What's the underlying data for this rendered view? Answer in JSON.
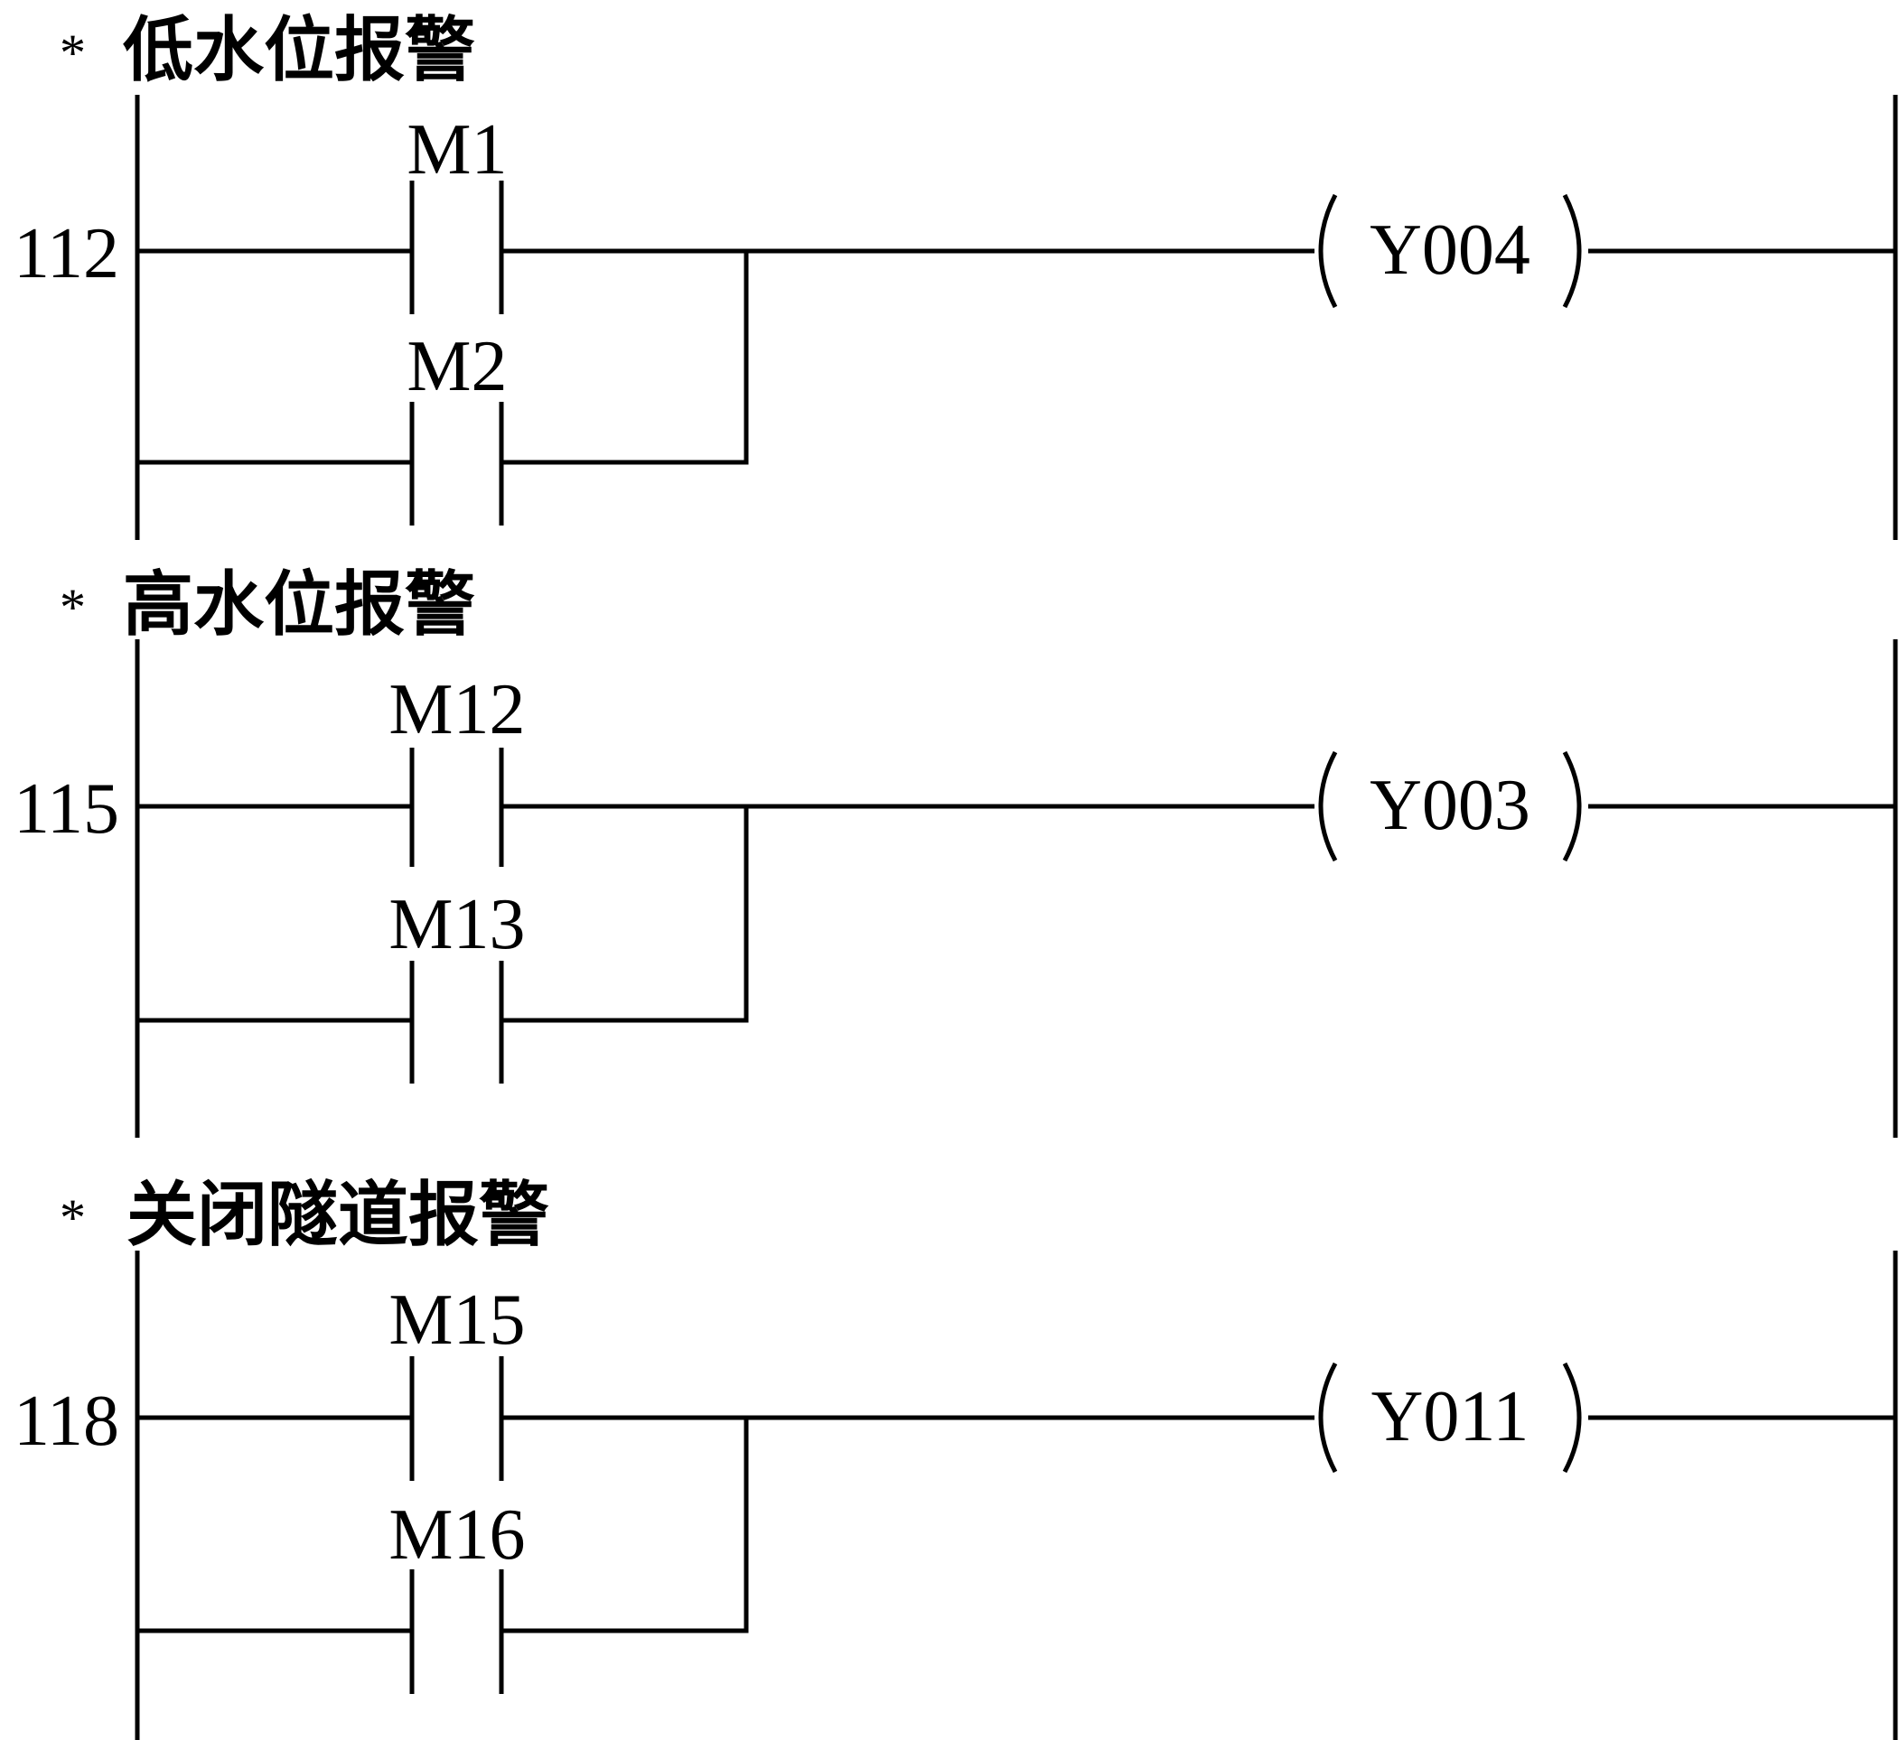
{
  "rungs": [
    {
      "comment_mark": "*",
      "comment": "低水位报警",
      "step": "112",
      "contacts": [
        "M1",
        "M2"
      ],
      "coil": "Y004"
    },
    {
      "comment_mark": "*",
      "comment": "高水位报警",
      "step": "115",
      "contacts": [
        "M12",
        "M13"
      ],
      "coil": "Y003"
    },
    {
      "comment_mark": "*",
      "comment": "关闭隧道报警",
      "step": "118",
      "contacts": [
        "M15",
        "M16"
      ],
      "coil": "Y011"
    }
  ]
}
